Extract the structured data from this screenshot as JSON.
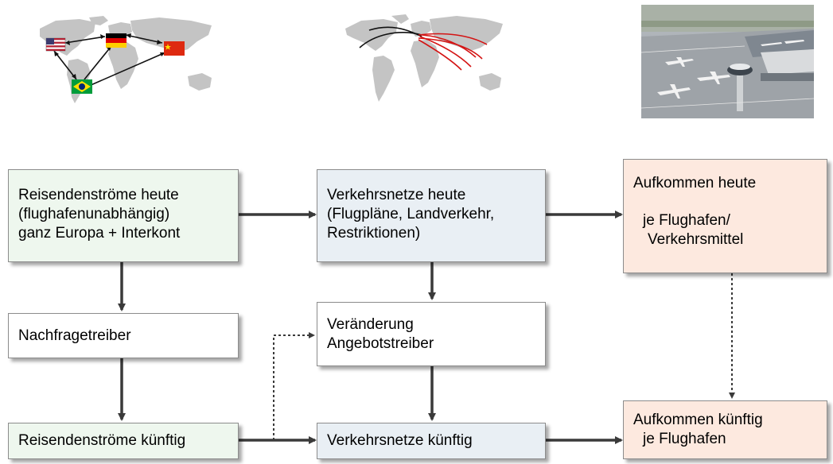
{
  "top_images": {
    "map_left_icon": "world-map-flags-icon",
    "map_middle_icon": "world-map-routes-icon",
    "photo_right_icon": "airport-aerial-photo-icon",
    "flag_colors": {
      "usa": "#b22234",
      "germany": "#ffce00",
      "china": "#de2910",
      "brazil": "#009c3b"
    }
  },
  "boxes": {
    "reisende_heute": {
      "lines": [
        "Reisendenströme heute",
        "(flughafenunabhängig)",
        "ganz Europa + Interkont"
      ]
    },
    "netze_heute": {
      "lines": [
        "Verkehrsnetze heute",
        "(Flugpläne, Landverkehr,",
        "Restriktionen)"
      ]
    },
    "aufkommen_heute": {
      "lines": [
        "Aufkommen heute",
        "je Flughafen/",
        "Verkehrsmittel"
      ]
    },
    "nachfragetreiber": {
      "label": "Nachfragetreiber"
    },
    "veraenderung": {
      "lines": [
        "Veränderung",
        "Angebotstreiber"
      ]
    },
    "reisende_kuenftig": {
      "label": "Reisendenströme künftig"
    },
    "netze_kuenftig": {
      "label": "Verkehrsnetze künftig"
    },
    "aufkommen_kuenftig": {
      "lines": [
        "Aufkommen künftig",
        "je Flughafen"
      ]
    }
  },
  "colors": {
    "green_fill": "#eef7ee",
    "blue_fill": "#e9eff4",
    "peach_fill": "#fde9df",
    "arrow": "#3a3a3a"
  }
}
